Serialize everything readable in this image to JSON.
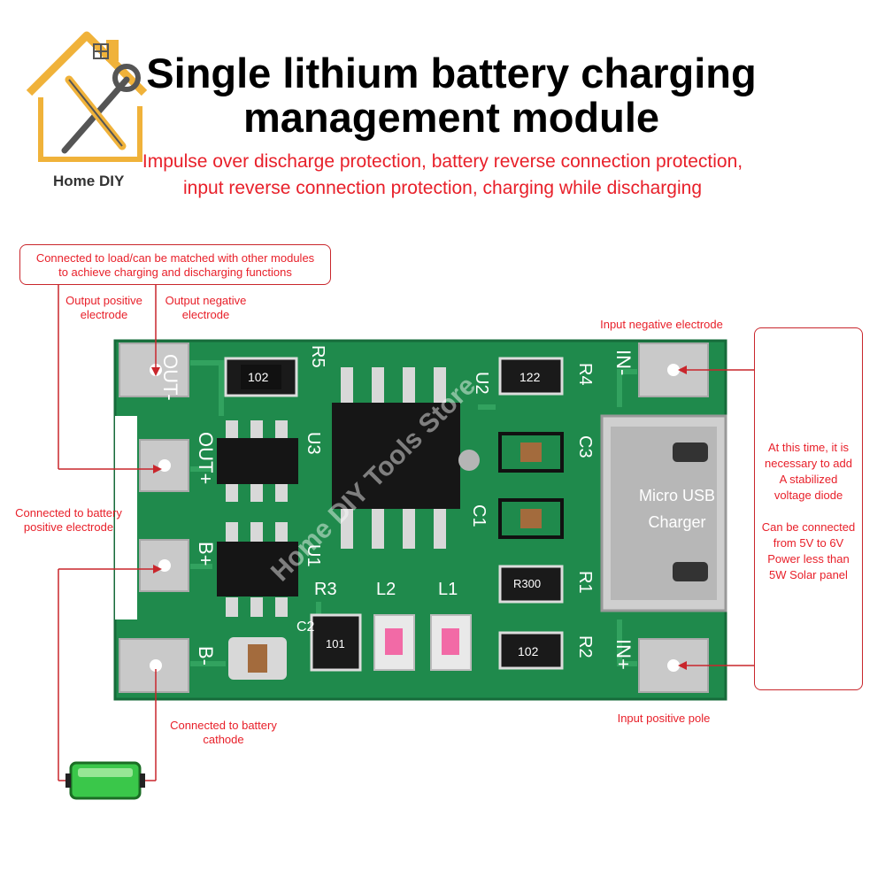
{
  "brand": {
    "name": "Home DIY"
  },
  "header": {
    "title_line1": "Single lithium battery charging",
    "title_line2": "management module",
    "subtitle_line1": "Impulse over discharge protection, battery reverse connection protection,",
    "subtitle_line2": "input reverse connection protection, charging while discharging"
  },
  "annotations": {
    "load_box_line1": "Connected to load/can be matched with other modules",
    "load_box_line2": "to achieve charging and discharging functions",
    "out_pos_line1": "Output positive",
    "out_pos_line2": "electrode",
    "out_neg_line1": "Output negative",
    "out_neg_line2": "electrode",
    "batt_pos_line1": "Connected to battery",
    "batt_pos_line2": "positive electrode",
    "batt_neg_line1": "Connected to battery",
    "batt_neg_line2": "cathode",
    "in_neg": "Input negative electrode",
    "in_pos": "Input positive pole",
    "right_note_1": "At this time, it is",
    "right_note_2": "necessary to add",
    "right_note_3": "A stabilized",
    "right_note_4": "voltage diode",
    "right_note_5": "Can be connected",
    "right_note_6": "from 5V to 6V",
    "right_note_7": "Power less than",
    "right_note_8": "5W Solar panel"
  },
  "board": {
    "usb_label_line1": "Micro USB",
    "usb_label_line2": "Charger",
    "watermark": "Home DIY Tools Store",
    "silkscreen": {
      "out_neg": "OUT-",
      "out_pos": "OUT+",
      "b_pos": "B+",
      "b_neg": "B-",
      "in_neg": "IN-",
      "in_pos": "IN+",
      "r5": "R5",
      "u3": "U3",
      "u1": "U1",
      "u2": "U2",
      "r4": "R4",
      "c3": "C3",
      "c1": "C1",
      "r1": "R1",
      "r2": "R2",
      "r3": "R3",
      "l1": "L1",
      "l2": "L2",
      "c2": "C2",
      "code_102a": "102",
      "code_122": "122",
      "code_r300": "R300",
      "code_101": "101",
      "code_102b": "102"
    }
  },
  "colors": {
    "accent_red": "#e8202a",
    "pcb_green": "#1f8a4c",
    "pad_gray": "#c9c9c9"
  }
}
